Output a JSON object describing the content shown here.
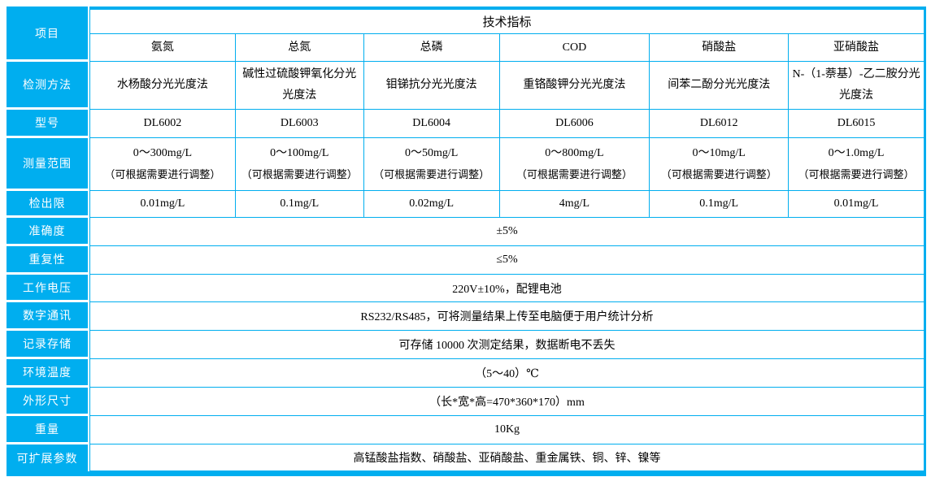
{
  "colors": {
    "accent": "#00AEEF"
  },
  "table": {
    "corner": "项目",
    "title": "技术指标",
    "columns": [
      "氨氮",
      "总氮",
      "总磷",
      "COD",
      "硝酸盐",
      "亚硝酸盐"
    ],
    "method": {
      "label": "检测方法",
      "values": [
        "水杨酸分光光度法",
        "碱性过硫酸钾氧化分光光度法",
        "钼锑抗分光光度法",
        "重铬酸钾分光光度法",
        "间苯二酚分光光度法",
        "N-（1-萘基）-乙二胺分光光度法"
      ]
    },
    "model": {
      "label": "型号",
      "values": [
        "DL6002",
        "DL6003",
        "DL6004",
        "DL6006",
        "DL6012",
        "DL6015"
      ]
    },
    "range": {
      "label": "测量范围",
      "note": "（可根据需要进行调整）",
      "values": [
        "0～300mg/L",
        "0～100mg/L",
        "0～50mg/L",
        "0～800mg/L",
        "0～10mg/L",
        "0～1.0mg/L"
      ]
    },
    "limit": {
      "label": "检出限",
      "values": [
        "0.01mg/L",
        "0.1mg/L",
        "0.02mg/L",
        "4mg/L",
        "0.1mg/L",
        "0.01mg/L"
      ]
    },
    "merged_rows": [
      {
        "label": "准确度",
        "value": "±5%"
      },
      {
        "label": "重复性",
        "value": "≤5%"
      },
      {
        "label": "工作电压",
        "value": "220V±10%，配锂电池"
      },
      {
        "label": "数字通讯",
        "value": "RS232/RS485，可将测量结果上传至电脑便于用户统计分析"
      },
      {
        "label": "记录存储",
        "value": "可存储 10000 次测定结果，数据断电不丢失"
      },
      {
        "label": "环境温度",
        "value": "（5～40）℃"
      },
      {
        "label": "外形尺寸",
        "value": "（长*宽*高=470*360*170）mm"
      },
      {
        "label": "重量",
        "value": "10Kg"
      },
      {
        "label": "可扩展参数",
        "value": "高锰酸盐指数、硝酸盐、亚硝酸盐、重金属铁、铜、锌、镍等"
      }
    ]
  }
}
